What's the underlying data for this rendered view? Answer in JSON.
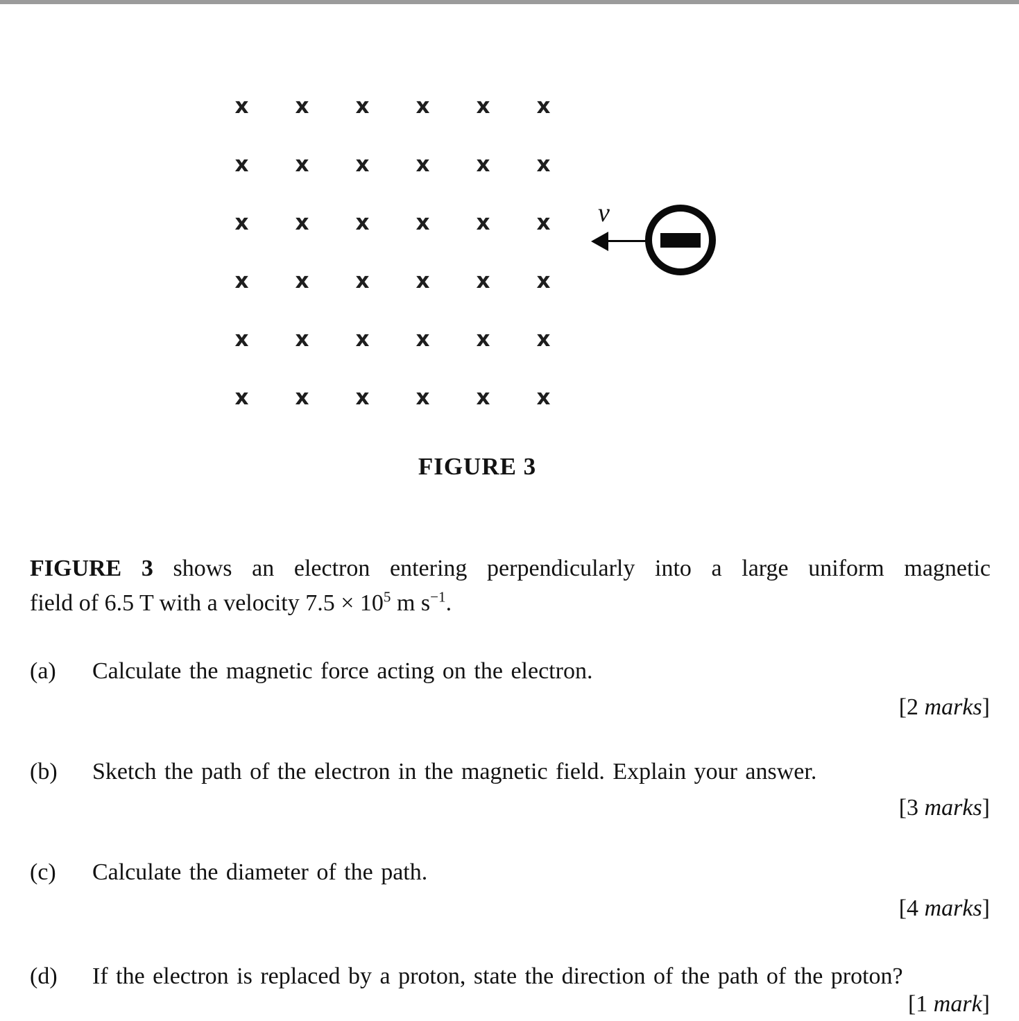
{
  "page": {
    "background": "#ffffff",
    "top_edge_color": "#9b9b9b",
    "text_color": "#121212"
  },
  "figure": {
    "grid": {
      "rows": 6,
      "cols": 6,
      "symbol": "x",
      "meaning": "magnetic-field-into-page"
    },
    "electron": {
      "charge_sign": "minus",
      "velocity_label": "v"
    },
    "caption": "FIGURE 3"
  },
  "paragraph": {
    "line1_bold": "FIGURE 3",
    "line1_rest": " shows an electron entering perpendicularly into a large uniform magnetic",
    "line2_start": "field of 6.5 T with a velocity 7.5 × 10",
    "line2_sup1": "5",
    "line2_mid": " m s",
    "line2_sup2": "−1",
    "line2_end": "."
  },
  "questions": [
    {
      "label": "(a)",
      "text": "Calculate the magnetic force acting on the electron.",
      "marks_prefix": "[2 ",
      "marks_word": "marks",
      "marks_suffix": "]"
    },
    {
      "label": "(b)",
      "text": "Sketch the path of the electron in the magnetic field. Explain your answer.",
      "marks_prefix": "[3 ",
      "marks_word": "marks",
      "marks_suffix": "]"
    },
    {
      "label": "(c)",
      "text": "Calculate the diameter of the path.",
      "marks_prefix": "[4 ",
      "marks_word": "marks",
      "marks_suffix": "]"
    },
    {
      "label": "(d)",
      "text": "If the electron is replaced by a proton, state the direction of the path of the proton?",
      "marks_prefix": "[1 ",
      "marks_word": "mark",
      "marks_suffix": "]"
    }
  ]
}
